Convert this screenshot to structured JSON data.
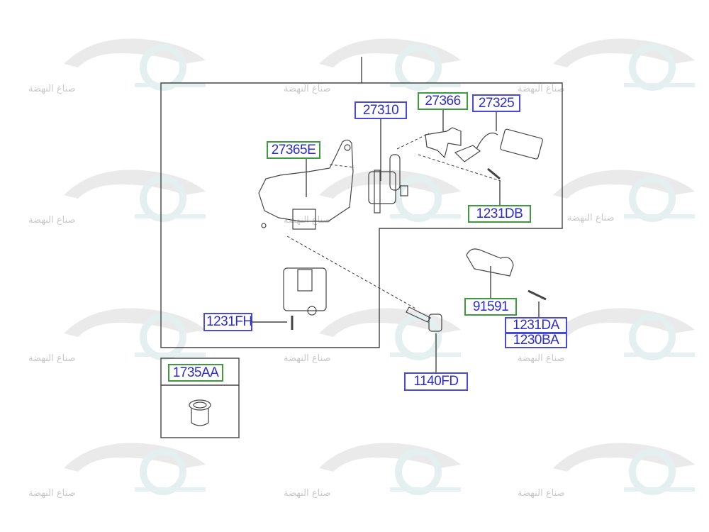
{
  "watermark": {
    "text": "صناع النهضة"
  },
  "parts": {
    "p27310": "27310",
    "p27366": "27366",
    "p27325": "27325",
    "p27365E": "27365E",
    "p1231DB": "1231DB",
    "p91591": "91591",
    "p1231DA": "1231DA",
    "p1230BA": "1230BA",
    "p1231FH": "1231FH",
    "p1140FD": "1140FD",
    "p1735AA": "1735AA"
  },
  "colors": {
    "blue_label": "#4a4ad8",
    "green_label": "#3f9a3f",
    "line": "#444444"
  }
}
